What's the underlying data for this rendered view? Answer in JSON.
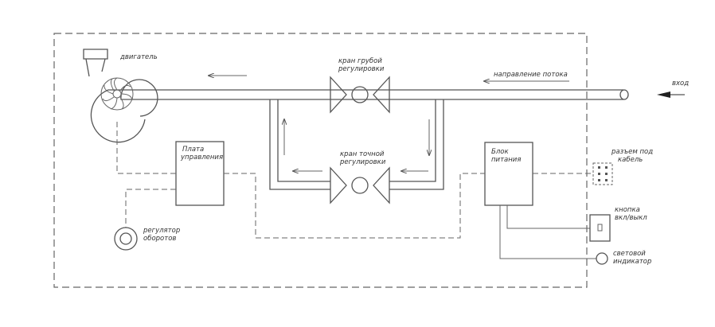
{
  "labels": {
    "engine": "двигатель",
    "coarse_valve_1": "кран грубой",
    "coarse_valve_2": "регулировки",
    "flow_direction": "направление потока",
    "inlet": "вход",
    "control_board_1": "Плата",
    "control_board_2": "управления",
    "fine_valve_1": "кран точной",
    "fine_valve_2": "регулировки",
    "power_block_1": "Блок",
    "power_block_2": "питания",
    "cable_connector_1": "разъем под",
    "cable_connector_2": "кабель",
    "power_button_1": "кнопка",
    "power_button_2": "вкл/выкл",
    "rpm_regulator_1": "регулятор",
    "rpm_regulator_2": "оборотов",
    "led_indicator_1": "световой",
    "led_indicator_2": "индикатор"
  },
  "colors": {
    "stroke": "#555555",
    "text": "#333333"
  }
}
